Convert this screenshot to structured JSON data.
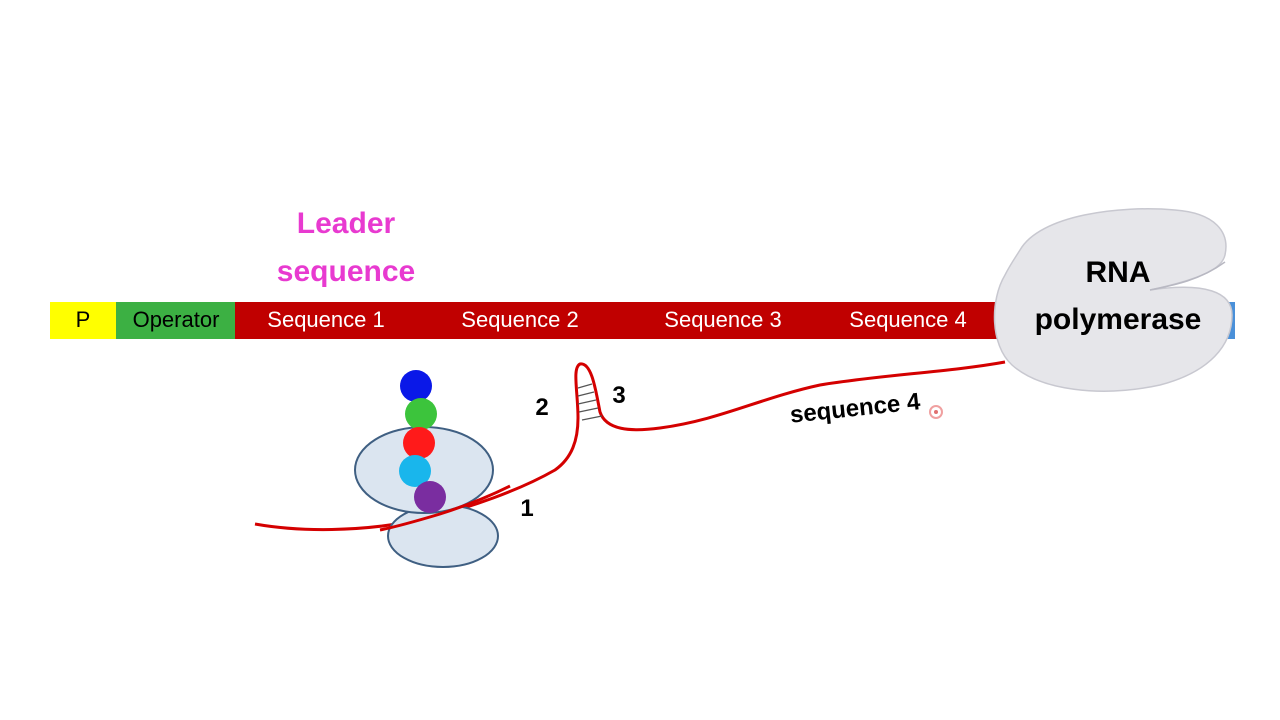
{
  "diagram": {
    "leader_label_line1": "Leader",
    "leader_label_line2": "sequence",
    "dna": {
      "segments": [
        {
          "id": "P",
          "label": "P"
        },
        {
          "id": "operator",
          "label": "Operator"
        },
        {
          "id": "seq1",
          "label": "Sequence 1"
        },
        {
          "id": "seq2",
          "label": "Sequence 2"
        },
        {
          "id": "seq3",
          "label": "Sequence 3"
        },
        {
          "id": "seq4",
          "label": "Sequence 4"
        }
      ]
    },
    "rna_polymerase_line1": "RNA",
    "rna_polymerase_line2": "polymerase",
    "mrna_labels": {
      "region1": "1",
      "region2": "2",
      "region3": "3",
      "region4": "sequence 4"
    },
    "colors": {
      "promoter": "#ffff00",
      "operator": "#3cb043",
      "leader_bar": "#c00000",
      "leader_text": "#e83ad0",
      "mrna": "#d40000",
      "ribosome_fill": "#dbe5f0",
      "ribosome_stroke": "#3f5f82",
      "polymerase_fill": "#e6e6ea",
      "end_segment": "#4a90d9",
      "cursor_ring": "#e07070",
      "amino_acid_1": "#0a18e8",
      "amino_acid_2": "#3cc43c",
      "amino_acid_3": "#ff1a1a",
      "amino_acid_4": "#19b6ec",
      "amino_acid_5": "#7a2da0"
    }
  }
}
